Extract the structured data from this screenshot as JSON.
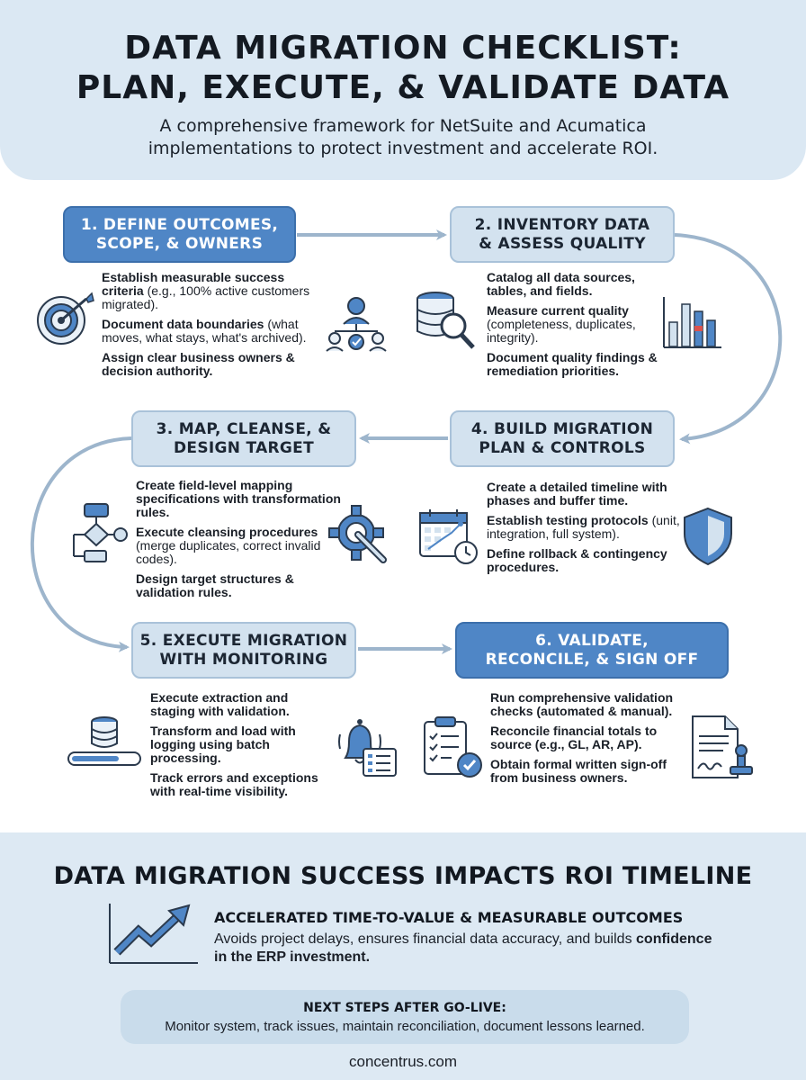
{
  "header": {
    "title_line1": "DATA MIGRATION CHECKLIST:",
    "title_line2": "PLAN, EXECUTE, & VALIDATE DATA",
    "subtitle": "A comprehensive framework for NetSuite and Acumatica implementations to protect investment and accelerate ROI."
  },
  "steps": [
    {
      "title_line1": "1. DEFINE OUTCOMES,",
      "title_line2": "SCOPE, & OWNERS",
      "icons": [
        "target-icon",
        "team-hierarchy-icon"
      ],
      "bullets": [
        {
          "bold": "Establish measurable success criteria",
          "light": " (e.g., 100% active customers migrated)."
        },
        {
          "bold": "Document data boundaries",
          "light": " (what moves, what stays, what's archived)."
        },
        {
          "bold": "Assign clear business owners & decision authority.",
          "light": ""
        }
      ]
    },
    {
      "title_line1": "2. INVENTORY DATA",
      "title_line2": "& ASSESS QUALITY",
      "icons": [
        "database-search-icon",
        "bar-chart-icon"
      ],
      "bullets": [
        {
          "bold": "Catalog all data sources, tables, and fields.",
          "light": ""
        },
        {
          "bold": "Measure current quality",
          "light": " (completeness, duplicates, integrity)."
        },
        {
          "bold": "Document quality findings & remediation priorities.",
          "light": ""
        }
      ]
    },
    {
      "title_line1": "3. MAP, CLEANSE, &",
      "title_line2": "DESIGN TARGET",
      "icons": [
        "flowchart-icon",
        "gear-wrench-icon"
      ],
      "bullets": [
        {
          "bold": "Create field-level mapping specifications with transformation rules.",
          "light": ""
        },
        {
          "bold": "Execute cleansing procedures",
          "light": " (merge duplicates, correct invalid codes)."
        },
        {
          "bold": "Design target structures & validation rules.",
          "light": ""
        }
      ]
    },
    {
      "title_line1": "4. BUILD MIGRATION",
      "title_line2": "PLAN & CONTROLS",
      "icons": [
        "calendar-timeline-icon",
        "shield-icon"
      ],
      "bullets": [
        {
          "bold": "Create a detailed timeline with phases and buffer time.",
          "light": ""
        },
        {
          "bold": "Establish testing protocols",
          "light": " (unit, integration, full system)."
        },
        {
          "bold": "Define rollback & contingency procedures.",
          "light": ""
        }
      ]
    },
    {
      "title_line1": "5. EXECUTE MIGRATION",
      "title_line2": "WITH MONITORING",
      "icons": [
        "database-progress-icon",
        "bell-alert-icon"
      ],
      "bullets": [
        {
          "bold": "Execute extraction and staging with validation.",
          "light": ""
        },
        {
          "bold": "Transform and load with logging using batch processing.",
          "light": ""
        },
        {
          "bold": "Track errors and exceptions with real-time visibility.",
          "light": ""
        }
      ]
    },
    {
      "title_line1": "6. VALIDATE,",
      "title_line2": "RECONCILE, & SIGN OFF",
      "icons": [
        "checklist-clipboard-icon",
        "signed-document-icon"
      ],
      "bullets": [
        {
          "bold": "Run comprehensive validation checks (automated & manual).",
          "light": ""
        },
        {
          "bold": "Reconcile financial totals to source (e.g., GL, AR, AP).",
          "light": ""
        },
        {
          "bold": "Obtain formal written sign-off from business owners.",
          "light": ""
        }
      ]
    }
  ],
  "impact": {
    "title": "DATA MIGRATION SUCCESS IMPACTS ROI TIMELINE",
    "icon": "trend-up-chart-icon",
    "heading": "ACCELERATED TIME-TO-VALUE & MEASURABLE OUTCOMES",
    "text_light": "Avoids project delays, ensures financial data accuracy, and builds ",
    "text_bold": "confidence in the ERP investment."
  },
  "next_steps": {
    "title": "NEXT STEPS AFTER GO-LIVE:",
    "text": "Monitor system, track issues, maintain reconciliation, document lessons learned."
  },
  "footer": {
    "url": "concentrus.com"
  },
  "colors": {
    "accent_blue": "#4f86c6",
    "light_blue_box": "#d3e2ef",
    "header_bg": "#dbe8f3",
    "connector": "#9db5cc"
  }
}
